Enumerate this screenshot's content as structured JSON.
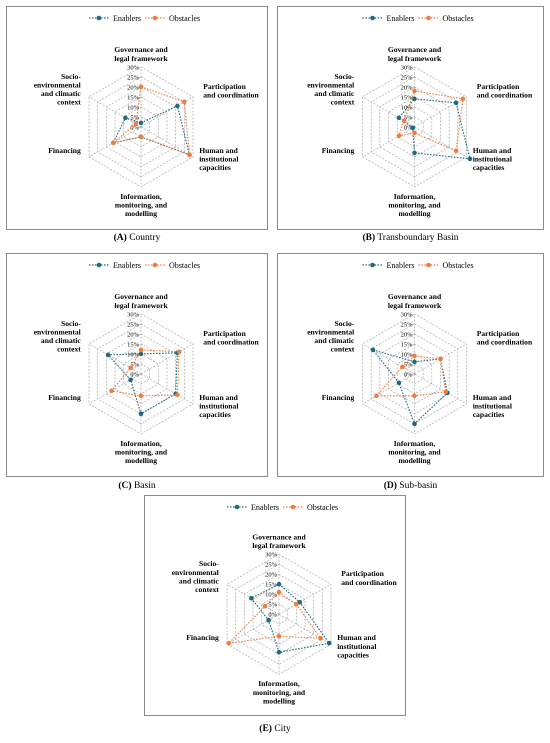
{
  "colors": {
    "enablers": "#1f6a80",
    "obstacles": "#ef7d3c",
    "grid": "#9a9a9a"
  },
  "chart_data": [
    {
      "type": "radar",
      "panel": "A",
      "caption_letter": "(A)",
      "caption_text": "Country",
      "legend": [
        "Enablers",
        "Obstacles"
      ],
      "axes": [
        "Governance and legal framework",
        "Participation and coordination",
        "Human and institutional capacities",
        "Information, monitoring, and modelling",
        "Financing",
        "Socio-environmental and climatic context"
      ],
      "ticks": [
        "0%",
        "5%",
        "10%",
        "15%",
        "20%",
        "25%",
        "30%"
      ],
      "rmax": 30,
      "series": [
        {
          "name": "Enablers",
          "values": [
            2,
            21,
            28,
            5,
            16,
            9
          ]
        },
        {
          "name": "Obstacles",
          "values": [
            20,
            25,
            28,
            5,
            16,
            3
          ]
        }
      ]
    },
    {
      "type": "radar",
      "panel": "B",
      "caption_letter": "(B)",
      "caption_text": "Transboundary Basin",
      "legend": [
        "Enablers",
        "Obstacles"
      ],
      "axes": [
        "Governance and legal framework",
        "Participation and coordination",
        "Human and institutional capacities",
        "Information, monitoring, and modelling",
        "Financing",
        "Socio-environmental and climatic context"
      ],
      "ticks": [
        "0%",
        "5%",
        "10%",
        "15%",
        "20%",
        "25%",
        "30%"
      ],
      "rmax": 30,
      "series": [
        {
          "name": "Enablers",
          "values": [
            14,
            24,
            32,
            13,
            1,
            9
          ]
        },
        {
          "name": "Obstacles",
          "values": [
            18,
            28,
            24,
            3,
            9,
            6
          ]
        }
      ]
    },
    {
      "type": "radar",
      "panel": "C",
      "caption_letter": "(C)",
      "caption_text": "Basin",
      "legend": [
        "Enablers",
        "Obstacles"
      ],
      "axes": [
        "Governance and legal framework",
        "Participation and coordination",
        "Human and institutional capacities",
        "Information, monitoring, and modelling",
        "Financing",
        "Socio-environmental and climatic context"
      ],
      "ticks": [
        "0%",
        "5%",
        "10%",
        "15%",
        "20%",
        "25%",
        "30%"
      ],
      "rmax": 30,
      "series": [
        {
          "name": "Enablers",
          "values": [
            10,
            21,
            20,
            20,
            6,
            19
          ]
        },
        {
          "name": "Obstacles",
          "values": [
            12,
            22,
            21,
            11,
            17,
            6
          ]
        }
      ]
    },
    {
      "type": "radar",
      "panel": "D",
      "caption_letter": "(D)",
      "caption_text": "Sub-basin",
      "legend": [
        "Enablers",
        "Obstacles"
      ],
      "axes": [
        "Governance and legal framework",
        "Participation and coordination",
        "Human and institutional capacities",
        "Information, monitoring, and modelling",
        "Financing",
        "Socio-environmental and climatic context"
      ],
      "ticks": [
        "0%",
        "5%",
        "10%",
        "15%",
        "20%",
        "25%",
        "30%"
      ],
      "rmax": 30,
      "series": [
        {
          "name": "Enablers",
          "values": [
            6,
            15,
            19,
            25,
            9,
            24
          ]
        },
        {
          "name": "Obstacles",
          "values": [
            9,
            15,
            18,
            11,
            22,
            7
          ]
        }
      ]
    },
    {
      "type": "radar",
      "panel": "E",
      "caption_letter": "(E)",
      "caption_text": "City",
      "legend": [
        "Enablers",
        "Obstacles"
      ],
      "axes": [
        "Governance and legal framework",
        "Participation and coordination",
        "Human and institutional capacities",
        "Information, monitoring, and modelling",
        "Financing",
        "Socio-environmental and climatic context"
      ],
      "ticks": [
        "0%",
        "5%",
        "10%",
        "15%",
        "20%",
        "25%",
        "30%"
      ],
      "rmax": 30,
      "series": [
        {
          "name": "Enablers",
          "values": [
            15,
            12,
            29,
            19,
            6,
            16
          ]
        },
        {
          "name": "Obstacles",
          "values": [
            11,
            10,
            24,
            11,
            29,
            8
          ]
        }
      ]
    }
  ]
}
